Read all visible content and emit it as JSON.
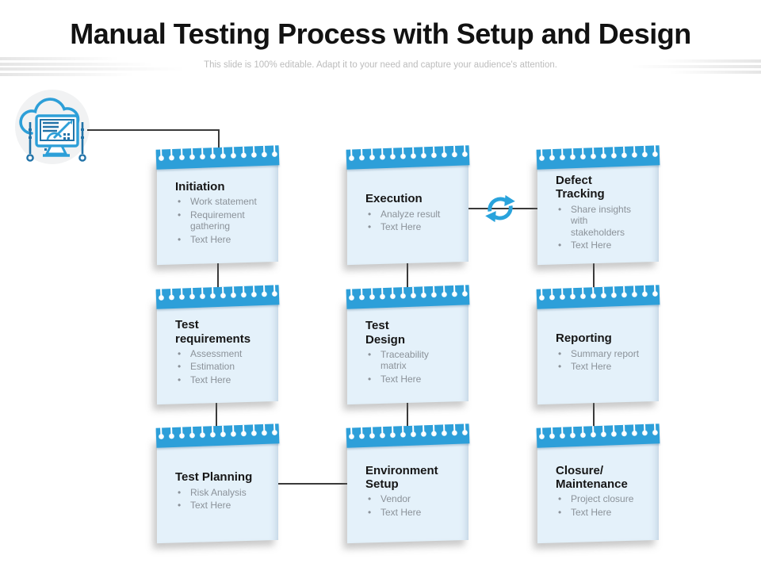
{
  "slide": {
    "title": "Manual Testing Process with Setup and Design",
    "subtitle": "This slide is 100% editable. Adapt it to your need and capture your audience's attention."
  },
  "icons": {
    "cloud_design": "cloud-design-icon",
    "sync": "sync-arrows-icon"
  },
  "colors": {
    "accent_blue": "#2D9FD9",
    "card_body": "#E4F1FA",
    "card_title_text": "#161616",
    "bullet_text": "#8B9299",
    "connector": "#3A3A3A"
  },
  "cards": [
    {
      "id": "initiation",
      "title": "Initiation",
      "bullets": [
        "Work statement",
        "Requirement gathering",
        "Text Here"
      ]
    },
    {
      "id": "execution",
      "title": "Execution",
      "bullets": [
        "Analyze result",
        "Text Here"
      ]
    },
    {
      "id": "defect-tracking",
      "title": "Defect Tracking",
      "bullets": [
        "Share insights with stakeholders",
        "Text Here"
      ]
    },
    {
      "id": "test-requirements",
      "title": "Test requirements",
      "bullets": [
        "Assessment",
        "Estimation",
        "Text Here"
      ]
    },
    {
      "id": "test-design",
      "title": "Test Design",
      "bullets": [
        "Traceability matrix",
        "Text Here"
      ]
    },
    {
      "id": "reporting",
      "title": "Reporting",
      "bullets": [
        "Summary report",
        "Text Here"
      ]
    },
    {
      "id": "test-planning",
      "title": "Test Planning",
      "bullets": [
        "Risk Analysis",
        "Text Here"
      ]
    },
    {
      "id": "environment-setup",
      "title": "Environment Setup",
      "bullets": [
        "Vendor",
        "Text Here"
      ]
    },
    {
      "id": "closure-maintenance",
      "title": "Closure/ Maintenance",
      "bullets": [
        "Project closure",
        "Text Here"
      ]
    }
  ]
}
